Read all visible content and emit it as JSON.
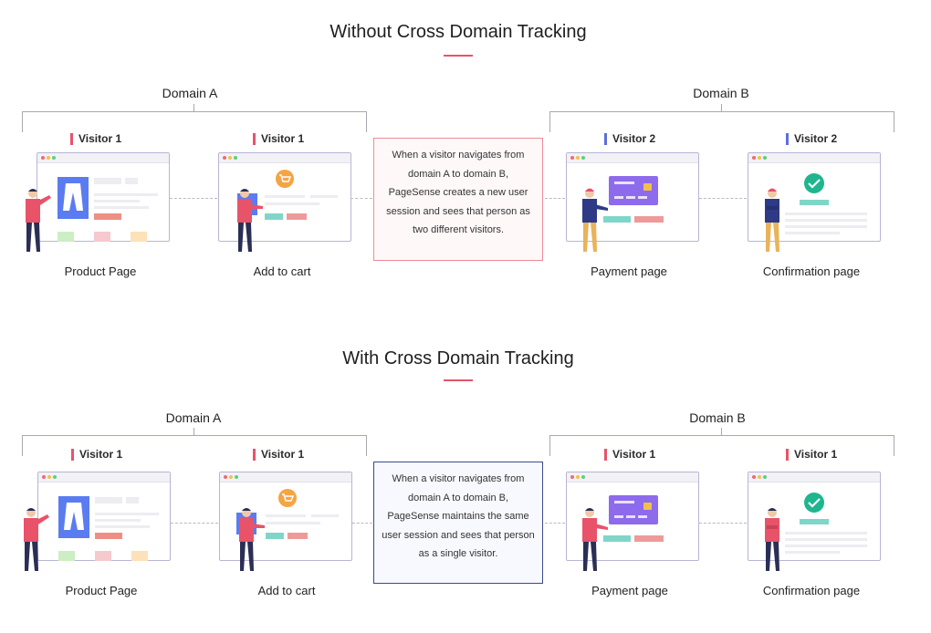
{
  "colors": {
    "accent_red": "#e8536a",
    "accent_blue": "#5b6fdb",
    "product_blue": "#5b7cf0",
    "card_purple": "#8d6bec",
    "teal": "#7fd6c8",
    "salmon": "#ee9a9a",
    "check_green": "#1fb58f",
    "cart_orange": "#f5a442"
  },
  "sections": [
    {
      "title": "Without Cross Domain Tracking",
      "domain_a": "Domain A",
      "domain_b": "Domain B",
      "callout": "When a visitor navigates from domain A to domain B, PageSense creates a new user session and sees that person as two different visitors.",
      "pages": [
        {
          "visitor": "Visitor 1",
          "label": "Product Page",
          "visitor_color": "red"
        },
        {
          "visitor": "Visitor 1",
          "label": "Add to cart",
          "visitor_color": "red"
        },
        {
          "visitor": "Visitor 2",
          "label": "Payment page",
          "visitor_color": "blue"
        },
        {
          "visitor": "Visitor 2",
          "label": "Confirmation page",
          "visitor_color": "blue"
        }
      ]
    },
    {
      "title": "With Cross Domain Tracking",
      "domain_a": "Domain A",
      "domain_b": "Domain B",
      "callout": "When a visitor navigates from domain A to domain B, PageSense maintains the same user session and sees that person as a single visitor.",
      "pages": [
        {
          "visitor": "Visitor 1",
          "label": "Product Page",
          "visitor_color": "red"
        },
        {
          "visitor": "Visitor 1",
          "label": "Add to cart",
          "visitor_color": "red"
        },
        {
          "visitor": "Visitor 1",
          "label": "Payment page",
          "visitor_color": "red"
        },
        {
          "visitor": "Visitor 1",
          "label": "Confirmation page",
          "visitor_color": "red"
        }
      ]
    }
  ]
}
